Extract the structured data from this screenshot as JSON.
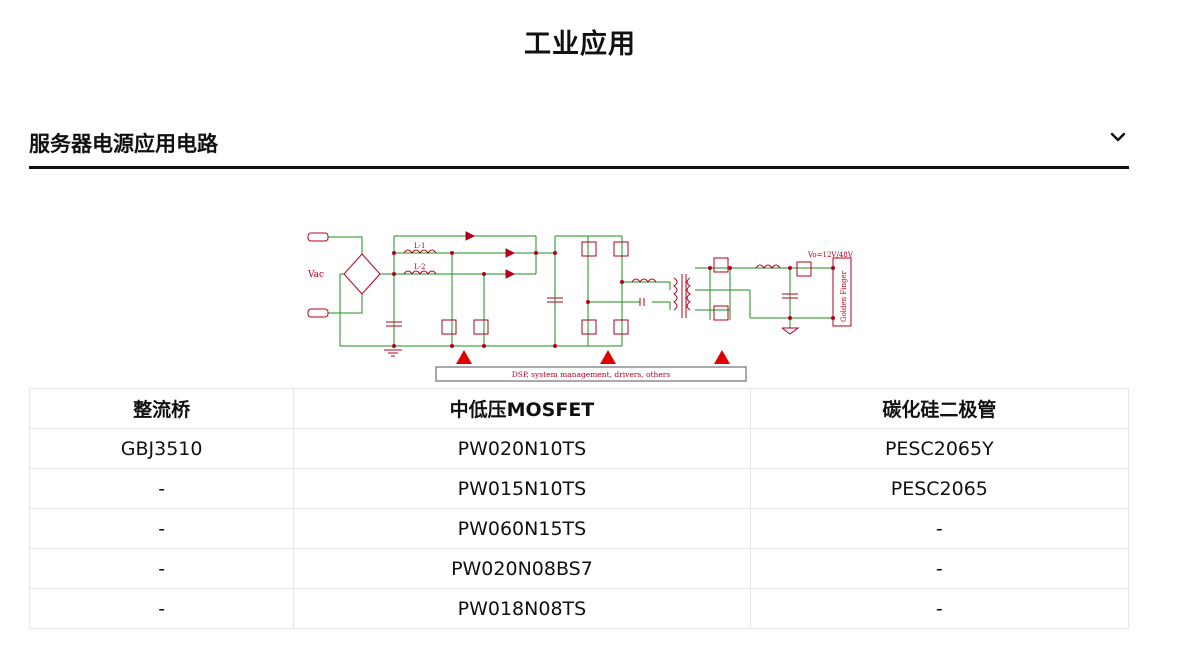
{
  "page": {
    "title": "工业应用"
  },
  "section": {
    "title": "服务器电源应用电路",
    "toggle_icon": "chevron-down-icon",
    "expanded": true
  },
  "diagram": {
    "label_vac": "Vac",
    "label_l1": "L-1",
    "label_l2": "L-2",
    "label_output": "Vo=12V/48V",
    "label_connector": "Golden Finger",
    "label_controller": "DSP, system management, drivers, others",
    "colors": {
      "wire": "#1e8f1e",
      "component": "#b3001b",
      "arrow": "#e00000",
      "box": "#555555"
    }
  },
  "table": {
    "headers": [
      "整流桥",
      "中低压MOSFET",
      "碳化硅二极管"
    ],
    "rows": [
      [
        "GBJ3510",
        "PW020N10TS",
        "PESC2065Y"
      ],
      [
        "-",
        "PW015N10TS",
        "PESC2065"
      ],
      [
        "-",
        "PW060N15TS",
        "-"
      ],
      [
        "-",
        "PW020N08BS7",
        "-"
      ],
      [
        "-",
        "PW018N08TS",
        "-"
      ]
    ]
  }
}
